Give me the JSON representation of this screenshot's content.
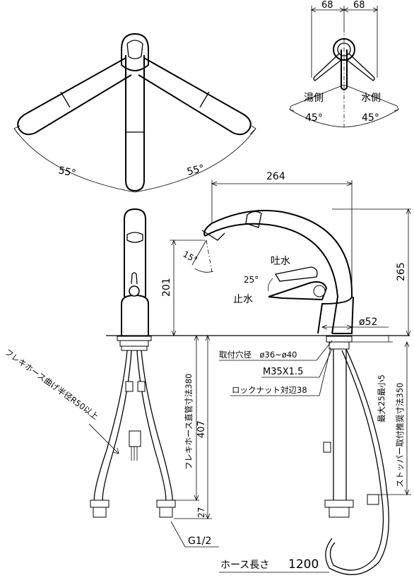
{
  "top_view": {
    "angle_left": "55°",
    "angle_right": "55°"
  },
  "handle_view": {
    "dim_left": "68",
    "dim_right": "68",
    "hot_label": "湯側",
    "cold_label": "水側",
    "angle_hot": "45°",
    "angle_cold": "45°"
  },
  "side_view": {
    "width": "264",
    "height": "265",
    "spout_height": "201",
    "spout_angle": "15°",
    "lever_angle": "25°",
    "water_on": "吐水",
    "water_off": "止水",
    "base_diameter": "ø52"
  },
  "install": {
    "hole_diameter": "取付穴径　ø36~ø40",
    "thread": "M35X1.5",
    "lock_nut": "ロックナット対辺38",
    "thickness": "最大25最小5",
    "stopper": "ストッパー取付推奨寸法350",
    "flex_length": "フレキホース直管寸法380",
    "overall": "407",
    "bottom": "27",
    "bend_radius": "フレキホース曲げ半径R50以上",
    "pipe_thread": "G1/2",
    "hose_length_label": "ホース長さ",
    "hose_length": "1200"
  }
}
